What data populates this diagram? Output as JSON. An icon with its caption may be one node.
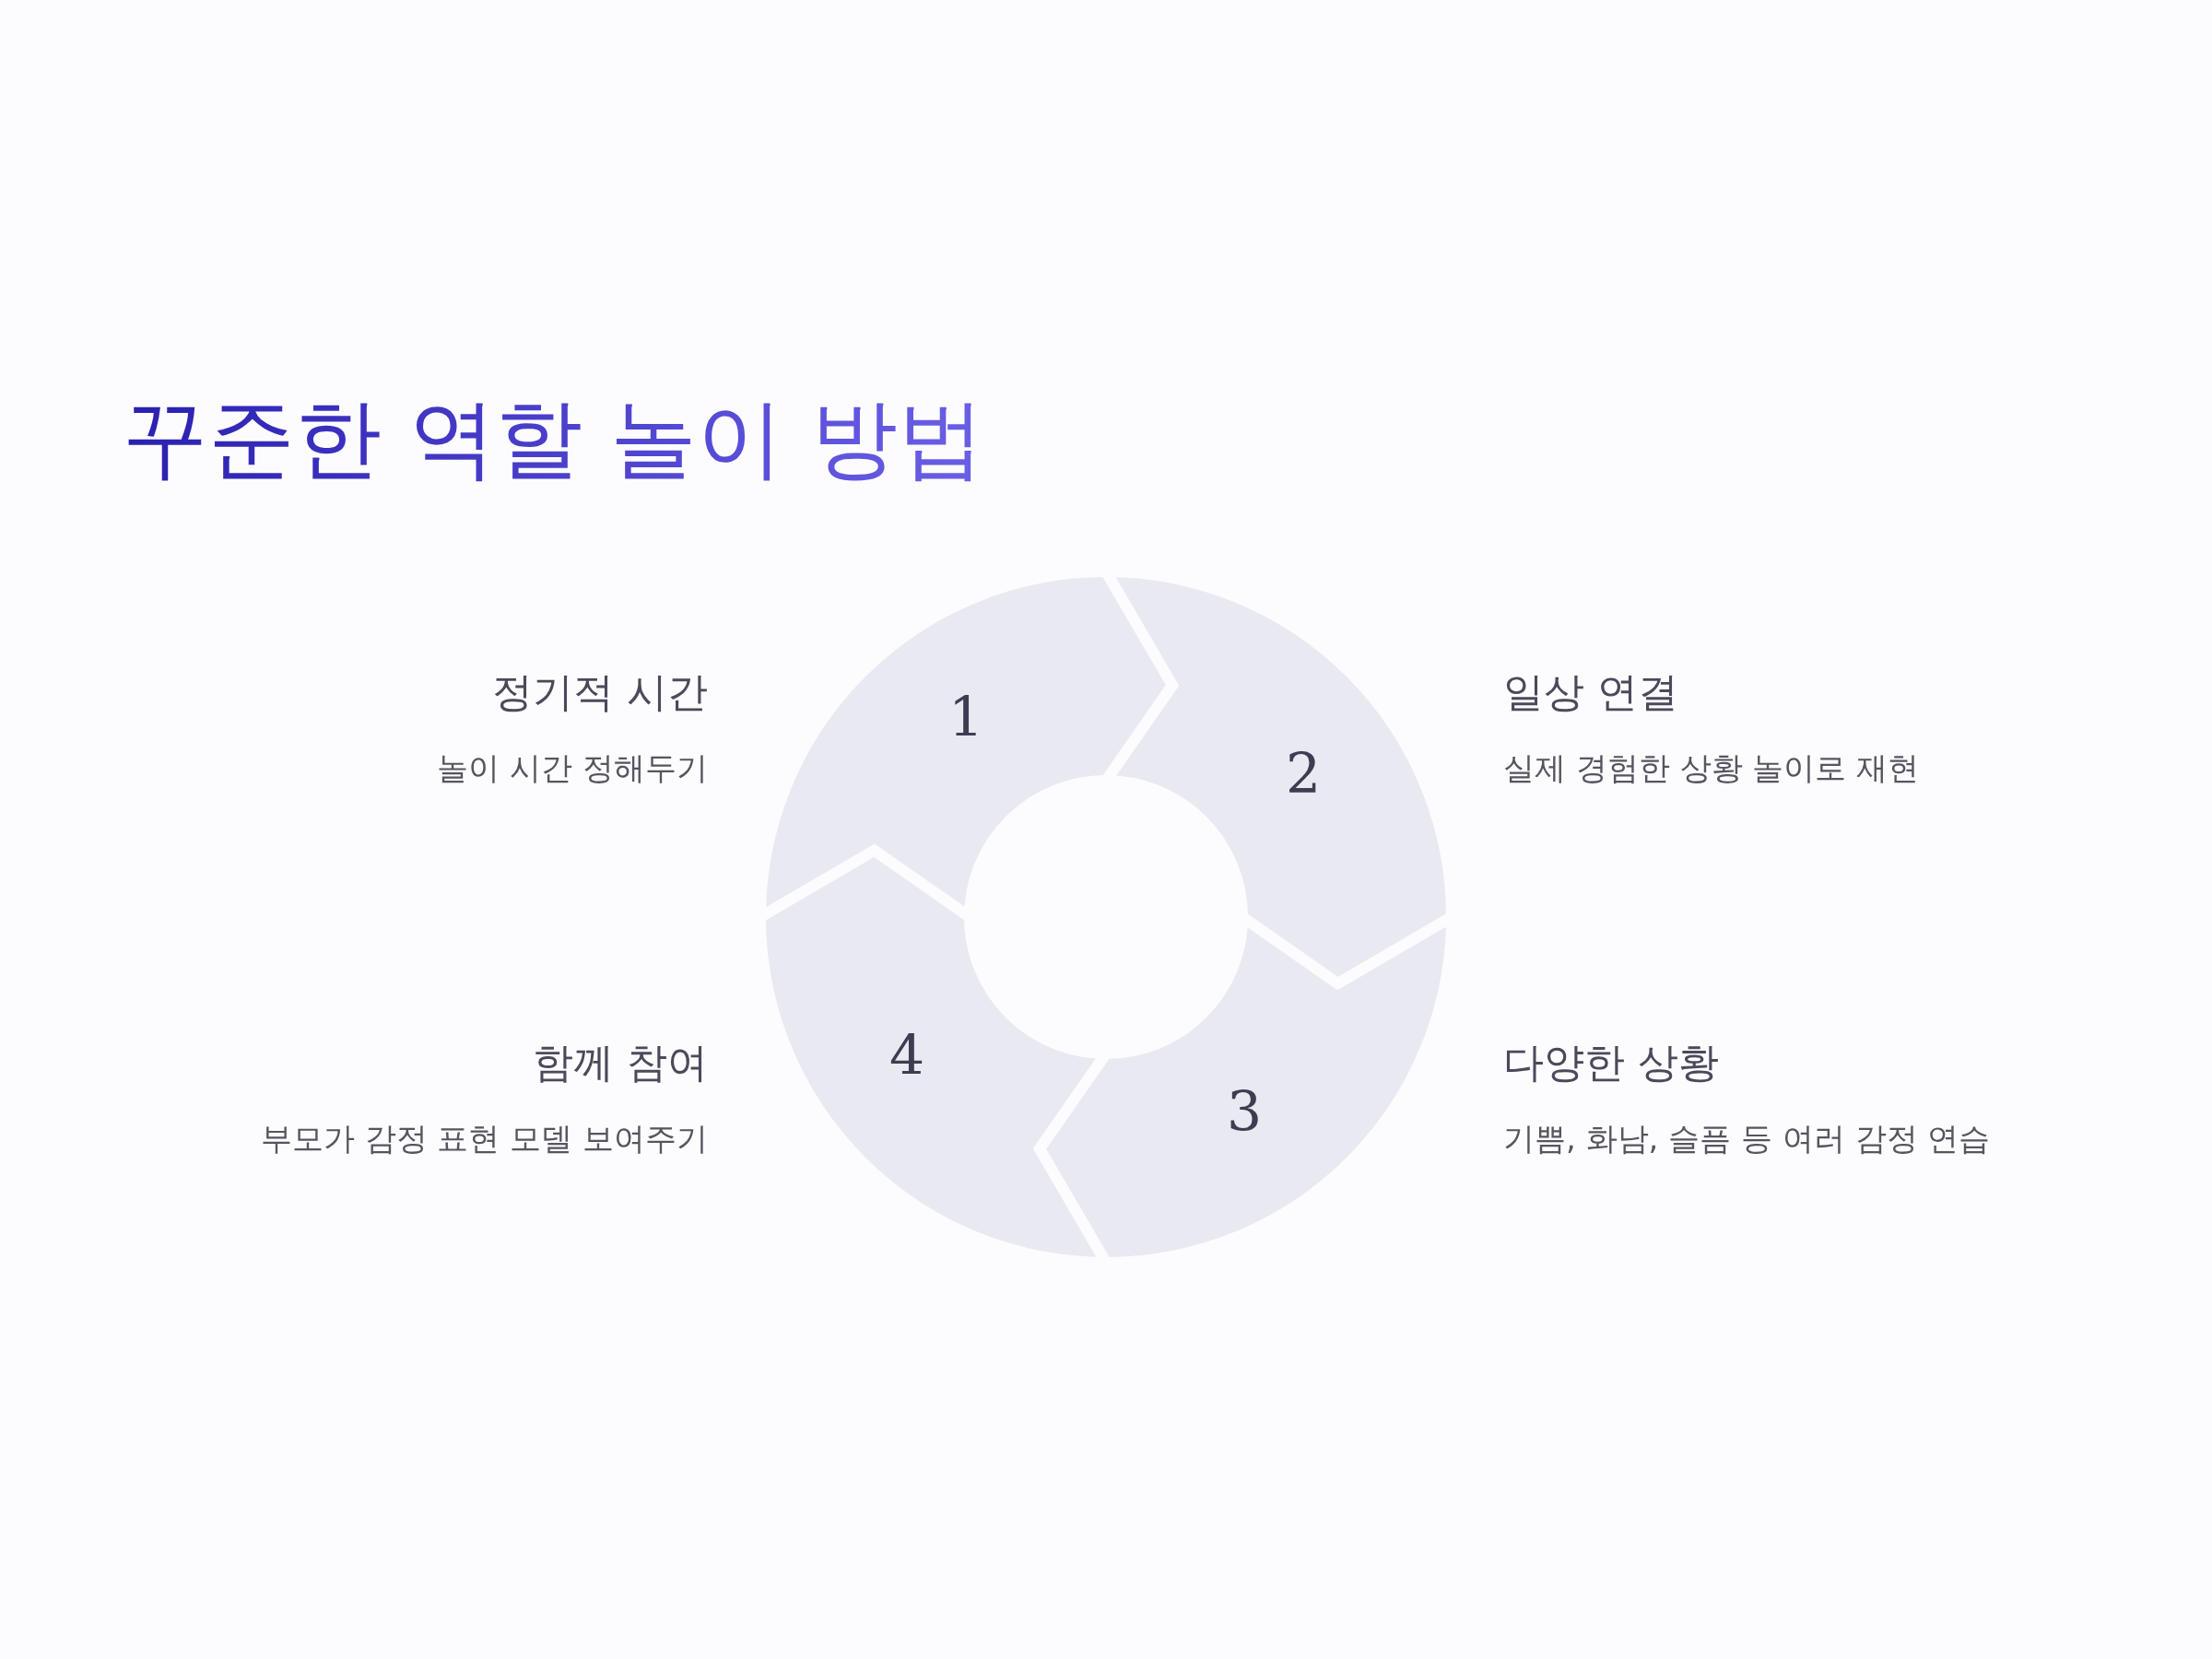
{
  "diagram": {
    "title": "꾸준한 역할 놀이 방법",
    "nodes": [
      {
        "text": [
          "1"
        ],
        "beside": [
          "정기적 시간",
          "놀이 시간 정해두기"
        ]
      },
      {
        "text": [
          "2"
        ],
        "beside": [
          "일상 연결",
          "실제 경험한 상황 놀이로 재현"
        ]
      },
      {
        "text": [
          "3"
        ],
        "beside": [
          "다양한 상황",
          "기쁨, 화남, 슬픔 등 여러 감정 연습"
        ]
      },
      {
        "text": [
          "4"
        ],
        "beside": [
          "함께 참여",
          "부모가 감정 표현 모델 보여주기"
        ]
      }
    ]
  }
}
